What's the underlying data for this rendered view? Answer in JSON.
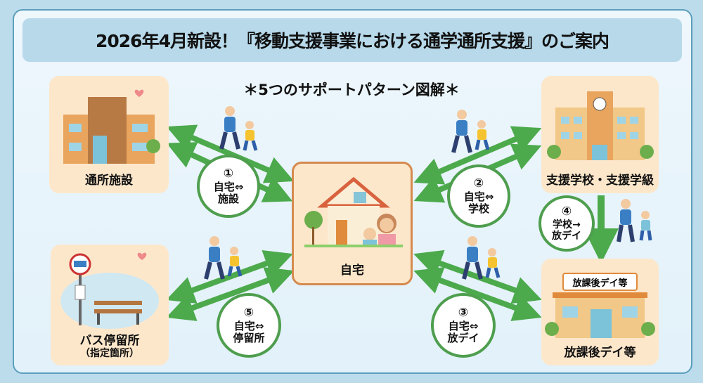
{
  "title": "2026年4月新設！『移動支援事業における通学通所支援』のご案内",
  "subtitle": "＊5つのサポートパターン図解＊",
  "locations": {
    "facility": "通所施設",
    "bus_stop": "バス停留所",
    "bus_stop_note": "（指定箇所）",
    "home": "自宅",
    "school": "支援学校・支援学級",
    "after_school": "放課後デイ等",
    "after_school_sign": "放課後デイ等"
  },
  "patterns": [
    {
      "num": "①",
      "line1": "自宅⇔",
      "line2": "施設"
    },
    {
      "num": "②",
      "line1": "自宅⇔",
      "line2": "学校"
    },
    {
      "num": "③",
      "line1": "自宅⇔",
      "line2": "放デイ"
    },
    {
      "num": "④",
      "line1": "学校→",
      "line2": "放デイ"
    },
    {
      "num": "⑤",
      "line1": "自宅⇔",
      "line2": "停留所"
    }
  ],
  "colors": {
    "arrow": "#4caa4c",
    "tile": "#fde7cb",
    "home_border": "#d58a4e",
    "title_bar": "#b7d9ea"
  }
}
